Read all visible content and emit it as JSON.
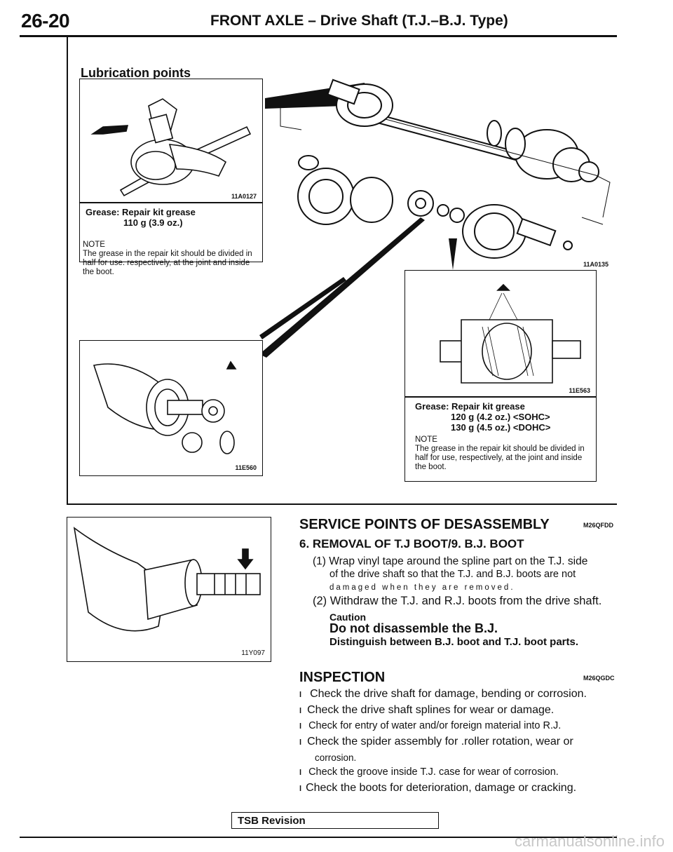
{
  "header": {
    "page_number": "26-20",
    "title": "FRONT AXLE – Drive Shaft (T.J.–B.J. Type)"
  },
  "lubrication": {
    "heading": "Lubrication points",
    "top_left": {
      "figure_ref": "11A0127",
      "grease_line1": "Grease: Repair kit grease",
      "grease_line2": "110 g (3.9 oz.)",
      "note_label": "NOTE",
      "note_text": "The grease in the repair kit should be divided in half for use. respectively, at the joint and inside the boot."
    },
    "exploded_ref": "11A0135",
    "bottom_left_ref": "11E560",
    "right": {
      "figure_ref": "11E563",
      "grease_line1": "Grease: Repair kit grease",
      "grease_line2": "120 g (4.2 oz.) <SOHC>",
      "grease_line3": "130 g (4.5 oz.) <DOHC>",
      "note_label": "NOTE",
      "note_text": "The grease in the repair kit should be divided in half for use, respectively, at the joint and inside the boot."
    }
  },
  "service": {
    "figure_ref": "11Y097",
    "heading": "SERVICE POINTS OF DESASSEMBLY",
    "code": "M26QFDD",
    "step_title": "6. REMOVAL OF T.J BOOT/9. B.J. BOOT",
    "step1_a": "(1) Wrap vinyl tape around the spline part on the T.J. side",
    "step1_b": "of the drive shaft so that the T.J. and B.J. boots are not",
    "step1_c": "damaged when they are removed.",
    "step2": "(2) Withdraw the T.J. and R.J. boots from the drive shaft.",
    "caution_label": "Caution",
    "caution1": "Do not disassemble the B.J.",
    "caution2": "Distinguish between B.J. boot and T.J. boot parts."
  },
  "inspection": {
    "heading": "INSPECTION",
    "code": "M26QGDC",
    "bullet_char": "l",
    "items": [
      "Check the drive shaft for damage, bending or corrosion.",
      "Check the drive shaft splines for wear or damage.",
      "Check for entry of water and/or foreign material into R.J.",
      "Check the spider assembly for .roller rotation, wear or",
      "corrosion.",
      "Check the groove inside T.J. case for wear of corrosion.",
      "Check the boots for deterioration, damage or cracking."
    ]
  },
  "footer": {
    "tsb": "TSB Revision",
    "watermark": "carmanualsonline.info"
  }
}
